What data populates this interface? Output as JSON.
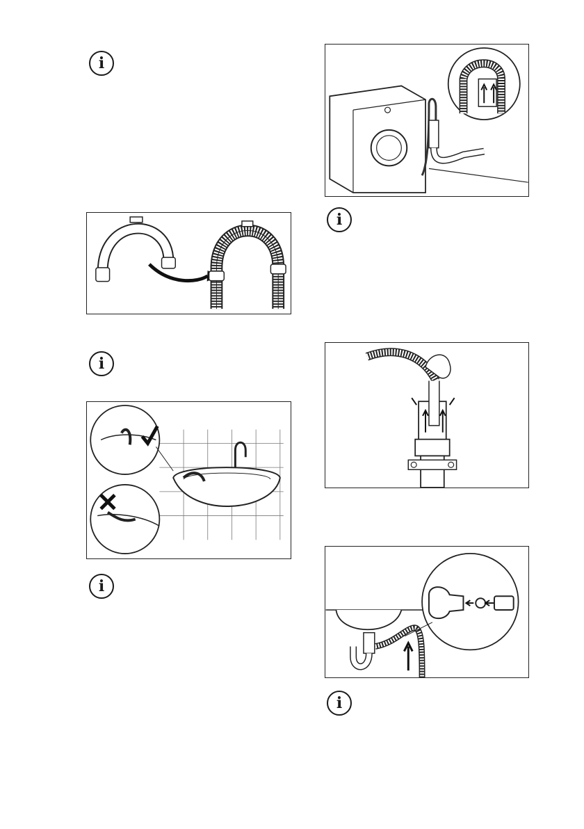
{
  "left_column": {
    "info_note_1": {
      "icon": "info-icon"
    },
    "figure_hose_guide": {
      "icon": "hose-guide-illustration"
    },
    "info_note_2": {
      "icon": "info-icon"
    },
    "figure_sink_edge": {
      "icon": "sink-illustration"
    },
    "info_note_3": {
      "icon": "info-icon"
    }
  },
  "right_column": {
    "figure_washer_standpipe": {
      "icon": "washing-machine-illustration"
    },
    "info_note_4": {
      "icon": "info-icon"
    },
    "figure_hand_standpipe": {
      "icon": "standpipe-illustration"
    },
    "figure_sink_trap": {
      "icon": "sink-trap-illustration"
    },
    "info_note_5": {
      "icon": "info-icon"
    }
  },
  "glyphs": {
    "info_letter": "i"
  },
  "footer": {
    "cut_text": ""
  }
}
